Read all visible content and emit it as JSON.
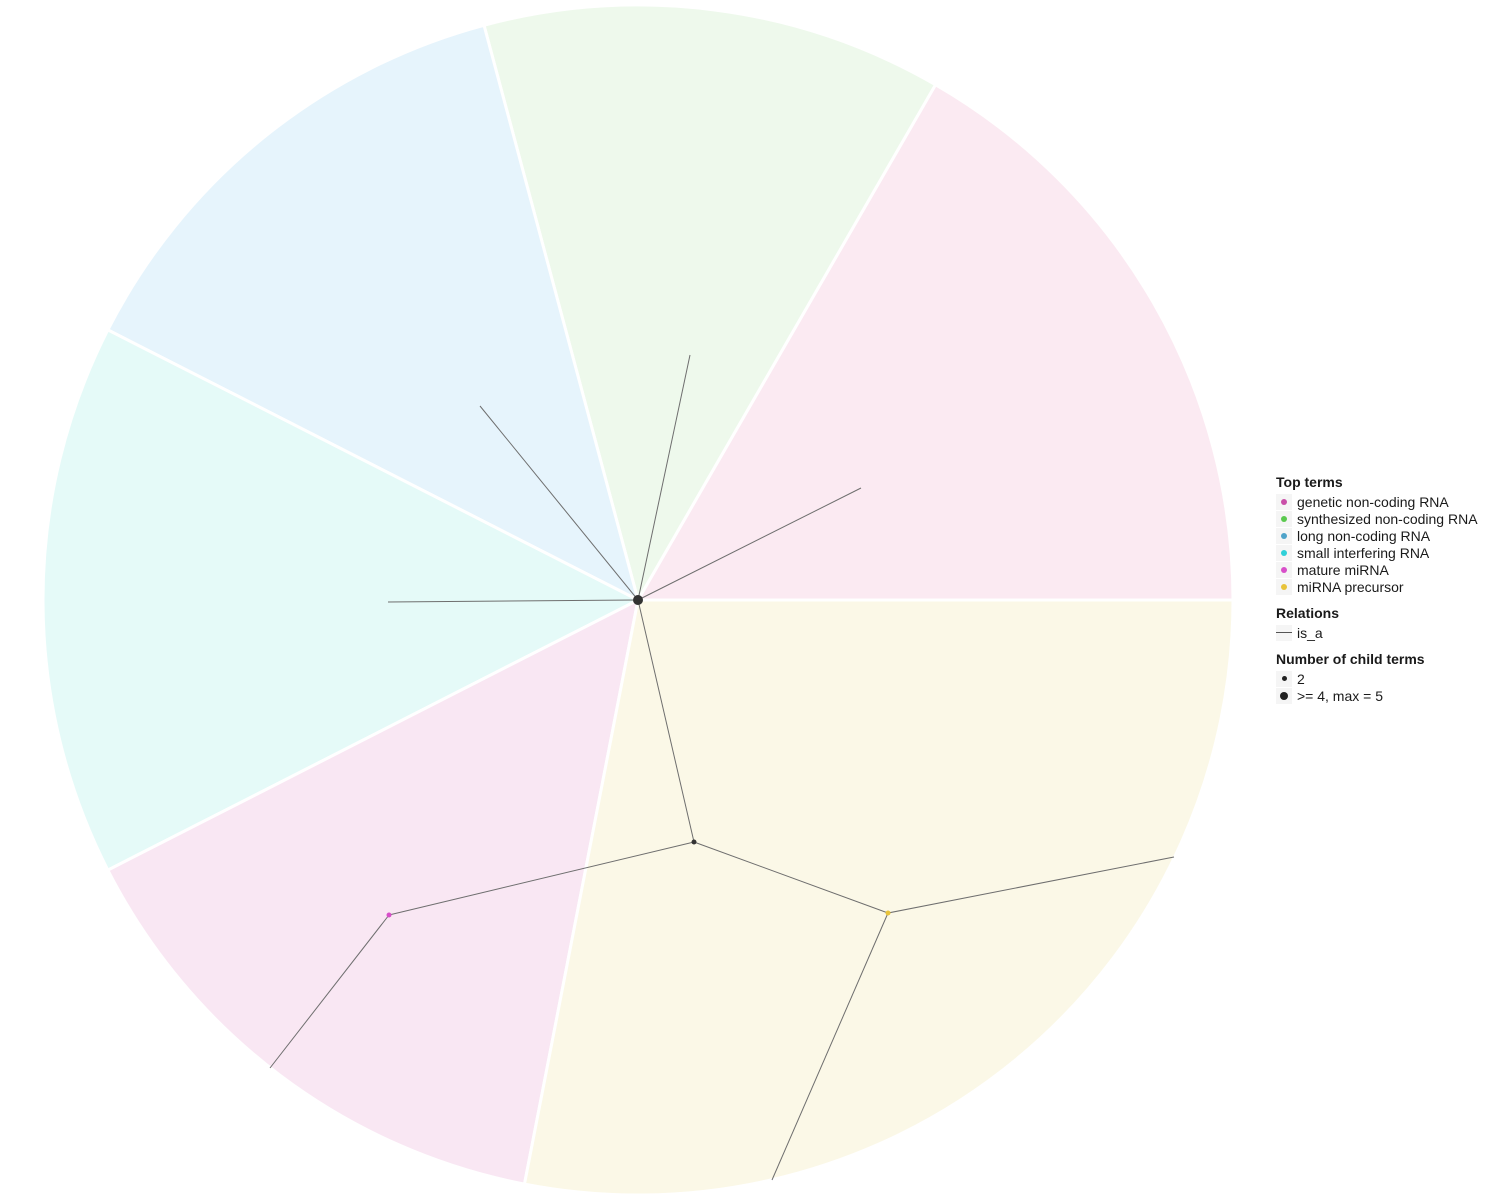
{
  "legend": {
    "top_terms": {
      "title": "Top terms",
      "items": [
        {
          "label": "genetic non-coding RNA",
          "color": "#c94fa8",
          "bg": "#fbeaf2"
        },
        {
          "label": "synthesized non-coding RNA",
          "color": "#5bc94f",
          "bg": "#eef9ec"
        },
        {
          "label": "long non-coding RNA",
          "color": "#4fa3c9",
          "bg": "#e6f4fc"
        },
        {
          "label": "small interfering RNA",
          "color": "#2fd0d8",
          "bg": "#e5faf8"
        },
        {
          "label": "mature miRNA",
          "color": "#d84fc9",
          "bg": "#f9e7f3"
        },
        {
          "label": "miRNA precursor",
          "color": "#e8c33a",
          "bg": "#fbf8e7"
        }
      ]
    },
    "relations": {
      "title": "Relations",
      "items": [
        {
          "label": "is_a"
        }
      ]
    },
    "child_terms": {
      "title": "Number of child terms",
      "items": [
        {
          "label": "2"
        },
        {
          "label": ">= 4, max = 5"
        }
      ]
    }
  }
}
